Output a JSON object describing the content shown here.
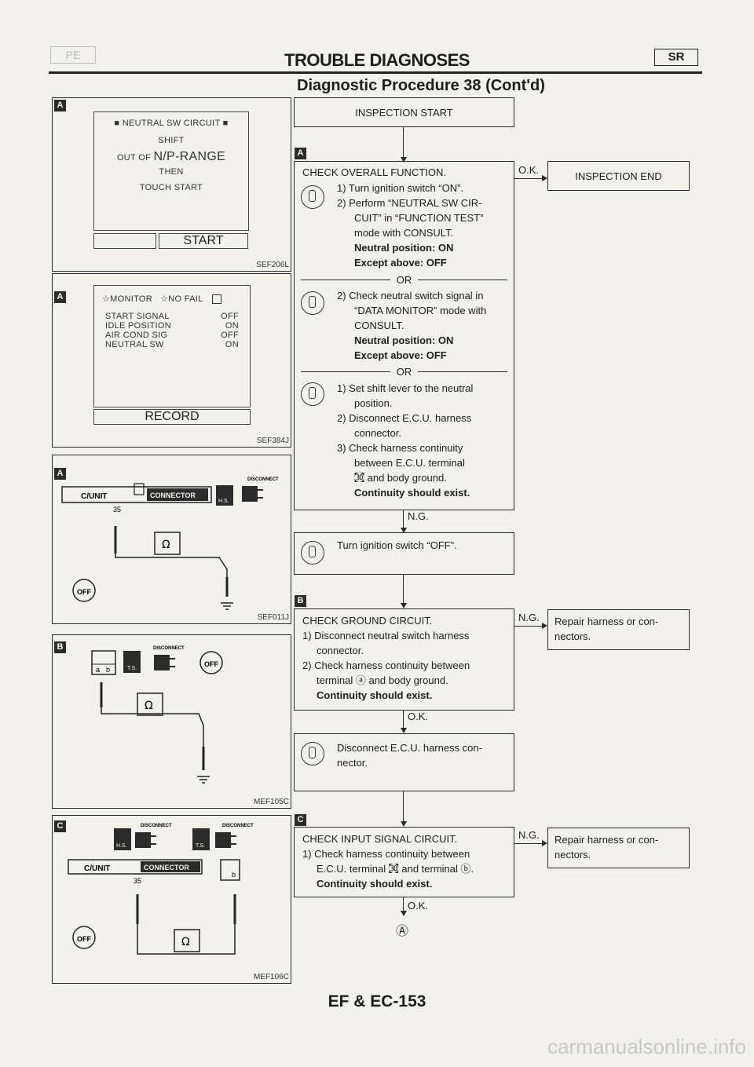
{
  "header": {
    "left_badge": "PE",
    "title": "TROUBLE DIAGNOSES",
    "right_badge": "SR",
    "subtitle": "Diagnostic Procedure 38 (Cont'd)"
  },
  "figures": {
    "fig1": {
      "tag": "A",
      "screen_title": "NEUTRAL SW CIRCUIT",
      "lines": [
        "SHIFT",
        "OUT OF",
        "N/P-RANGE",
        "THEN",
        "TOUCH START"
      ],
      "start_button": "START",
      "code": "SEF206L"
    },
    "fig2": {
      "tag": "A",
      "monitor": "☆MONITOR",
      "no_fail": "☆NO FAIL",
      "rows": [
        {
          "name": "START SIGNAL",
          "value": "OFF"
        },
        {
          "name": "IDLE POSITION",
          "value": "ON"
        },
        {
          "name": "AIR COND SIG",
          "value": "OFF"
        },
        {
          "name": "NEUTRAL SW",
          "value": "ON"
        }
      ],
      "record_button": "RECORD",
      "code": "SEF384J"
    },
    "fig3": {
      "tag": "A",
      "cunit": "C/UNIT",
      "connector": "CONNECTOR",
      "disconnect": "DISCONNECT",
      "pin": "35",
      "hs": "H.S.",
      "ohm": "Ω",
      "off": "OFF",
      "code": "SEF011J"
    },
    "fig4": {
      "tag": "B",
      "a": "a",
      "b": "b",
      "ts": "T.S.",
      "disconnect": "DISCONNECT",
      "off": "OFF",
      "ohm": "Ω",
      "code": "MEF105C"
    },
    "fig5": {
      "tag": "C",
      "hs": "H.S.",
      "ts": "T.S.",
      "disconnect": "DISCONNECT",
      "cunit": "C/UNIT",
      "connector": "CONNECTOR",
      "pin": "35",
      "b": "b",
      "ohm": "Ω",
      "off": "OFF",
      "code": "MEF106C"
    }
  },
  "flow": {
    "inspection_start": "INSPECTION START",
    "tag_a": "A",
    "check_overall": {
      "title": "CHECK OVERALL FUNCTION.",
      "step1": "1) Turn ignition switch “ON”.",
      "step2a": "2) Perform “NEUTRAL SW CIR-",
      "step2b": "CUIT” in “FUNCTION TEST”",
      "step2c": "mode with CONSULT.",
      "neutral_on": "Neutral position: ON",
      "except_off": "Except above: OFF",
      "or1": "OR",
      "alt2a": "2) Check neutral switch signal in",
      "alt2b": "“DATA MONITOR” mode with",
      "alt2c": "CONSULT.",
      "neutral_on2": "Neutral position: ON",
      "except_off2": "Except above: OFF",
      "or2": "OR",
      "s1a": "1) Set shift lever to the neutral",
      "s1b": "position.",
      "s2a": "2) Disconnect E.C.U. harness",
      "s2b": "connector.",
      "s3a": "3) Check harness continuity",
      "s3b": "between E.C.U. terminal",
      "s3c": "㉊ and body ground.",
      "continuity": "Continuity should exist."
    },
    "ok1": "O.K.",
    "inspection_end": "INSPECTION END",
    "ng1": "N.G.",
    "turn_off": "Turn ignition switch “OFF”.",
    "tag_b": "B",
    "check_ground": {
      "title": "CHECK GROUND CIRCUIT.",
      "l1a": "1) Disconnect neutral switch harness",
      "l1b": "connector.",
      "l2a": "2) Check harness continuity between",
      "l2b": "terminal ⓐ and body ground.",
      "continuity": "Continuity should exist."
    },
    "ng2": "N.G.",
    "repair1a": "Repair harness or con-",
    "repair1b": "nectors.",
    "ok2": "O.K.",
    "disconnect_ecu_a": "Disconnect E.C.U. harness con-",
    "disconnect_ecu_b": "nector.",
    "tag_c": "C",
    "check_input": {
      "title": "CHECK INPUT SIGNAL CIRCUIT.",
      "l1a": "1) Check harness continuity between",
      "l1b": "E.C.U. terminal ㉊ and terminal ⓑ.",
      "continuity": "Continuity should exist."
    },
    "ng3": "N.G.",
    "repair2a": "Repair harness or con-",
    "repair2b": "nectors.",
    "ok3": "O.K.",
    "goto": "Ⓐ"
  },
  "footer": {
    "page": "EF & EC-153",
    "watermark": "carmanualsonline.info"
  }
}
